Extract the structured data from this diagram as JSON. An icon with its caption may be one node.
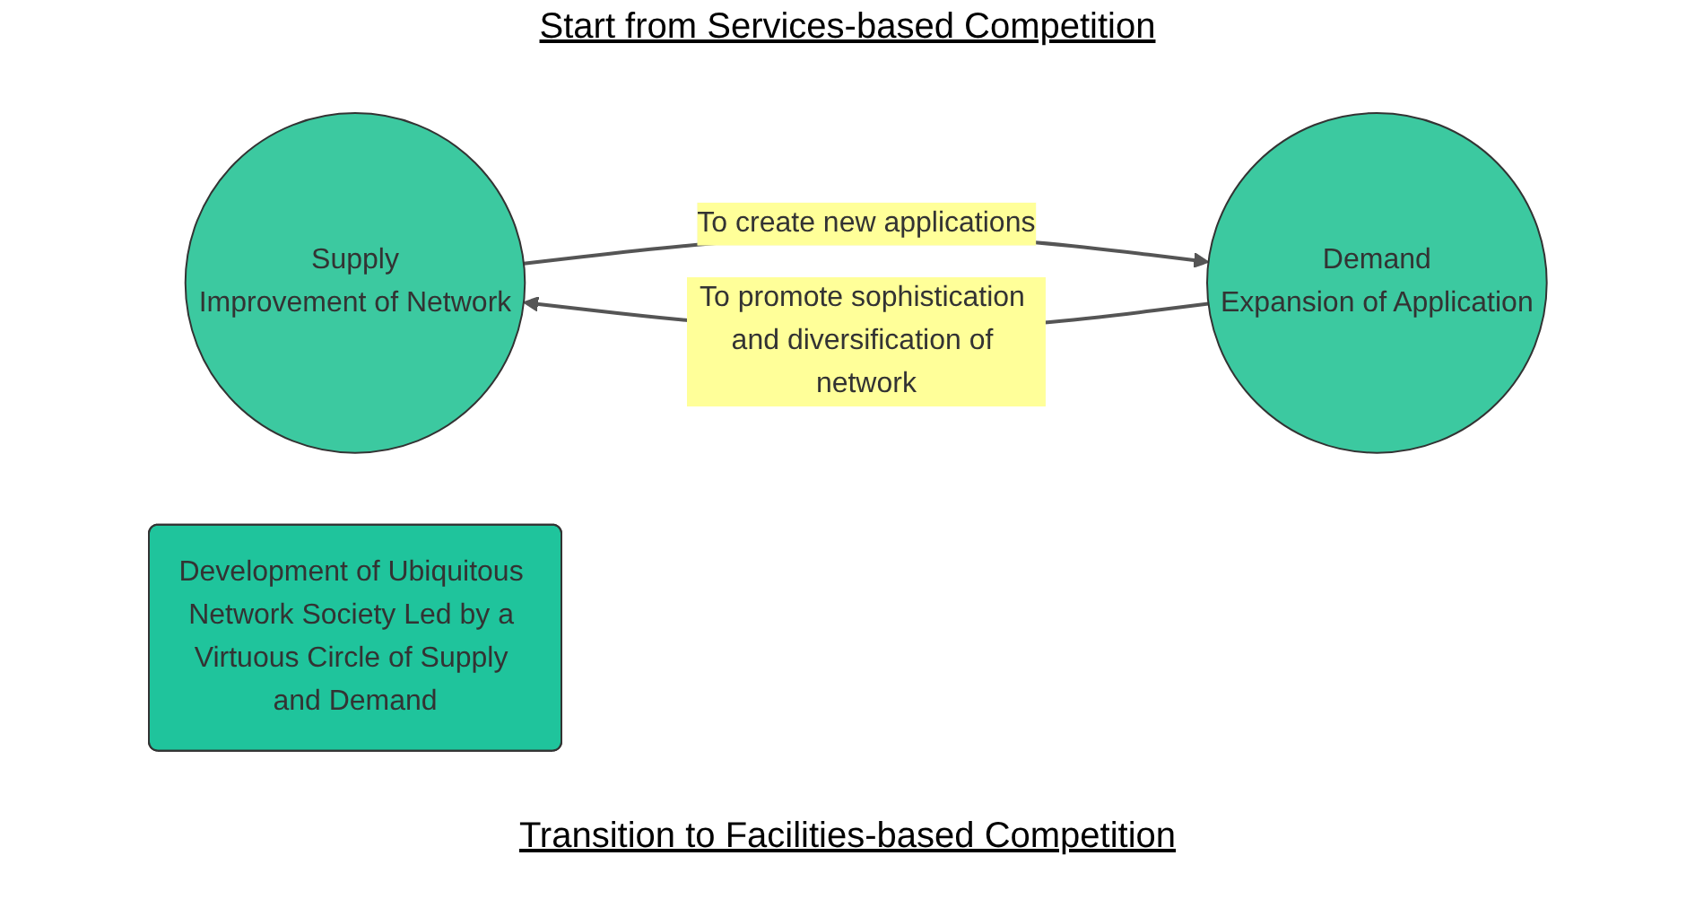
{
  "diagram": {
    "nodes": [
      {
        "text": [
          "Supply",
          "Improvement of Network"
        ]
      },
      {
        "text": [
          "Demand",
          "Expansion of Application"
        ]
      },
      {
        "text": [
          "Development of Ubiquitous Network Society Led by a Virtuous Circle of Supply and Demand"
        ]
      }
    ],
    "edges": [
      {
        "from": 0,
        "to": 1,
        "arrow": "to",
        "label": "To create new applications"
      },
      {
        "from": 1,
        "to": 0,
        "arrow": "to",
        "label": "To promote sophistication and diversification of network"
      }
    ],
    "labels": [
      "Start from Services-based Competition",
      "Transition to Facilities-based Competition"
    ]
  }
}
